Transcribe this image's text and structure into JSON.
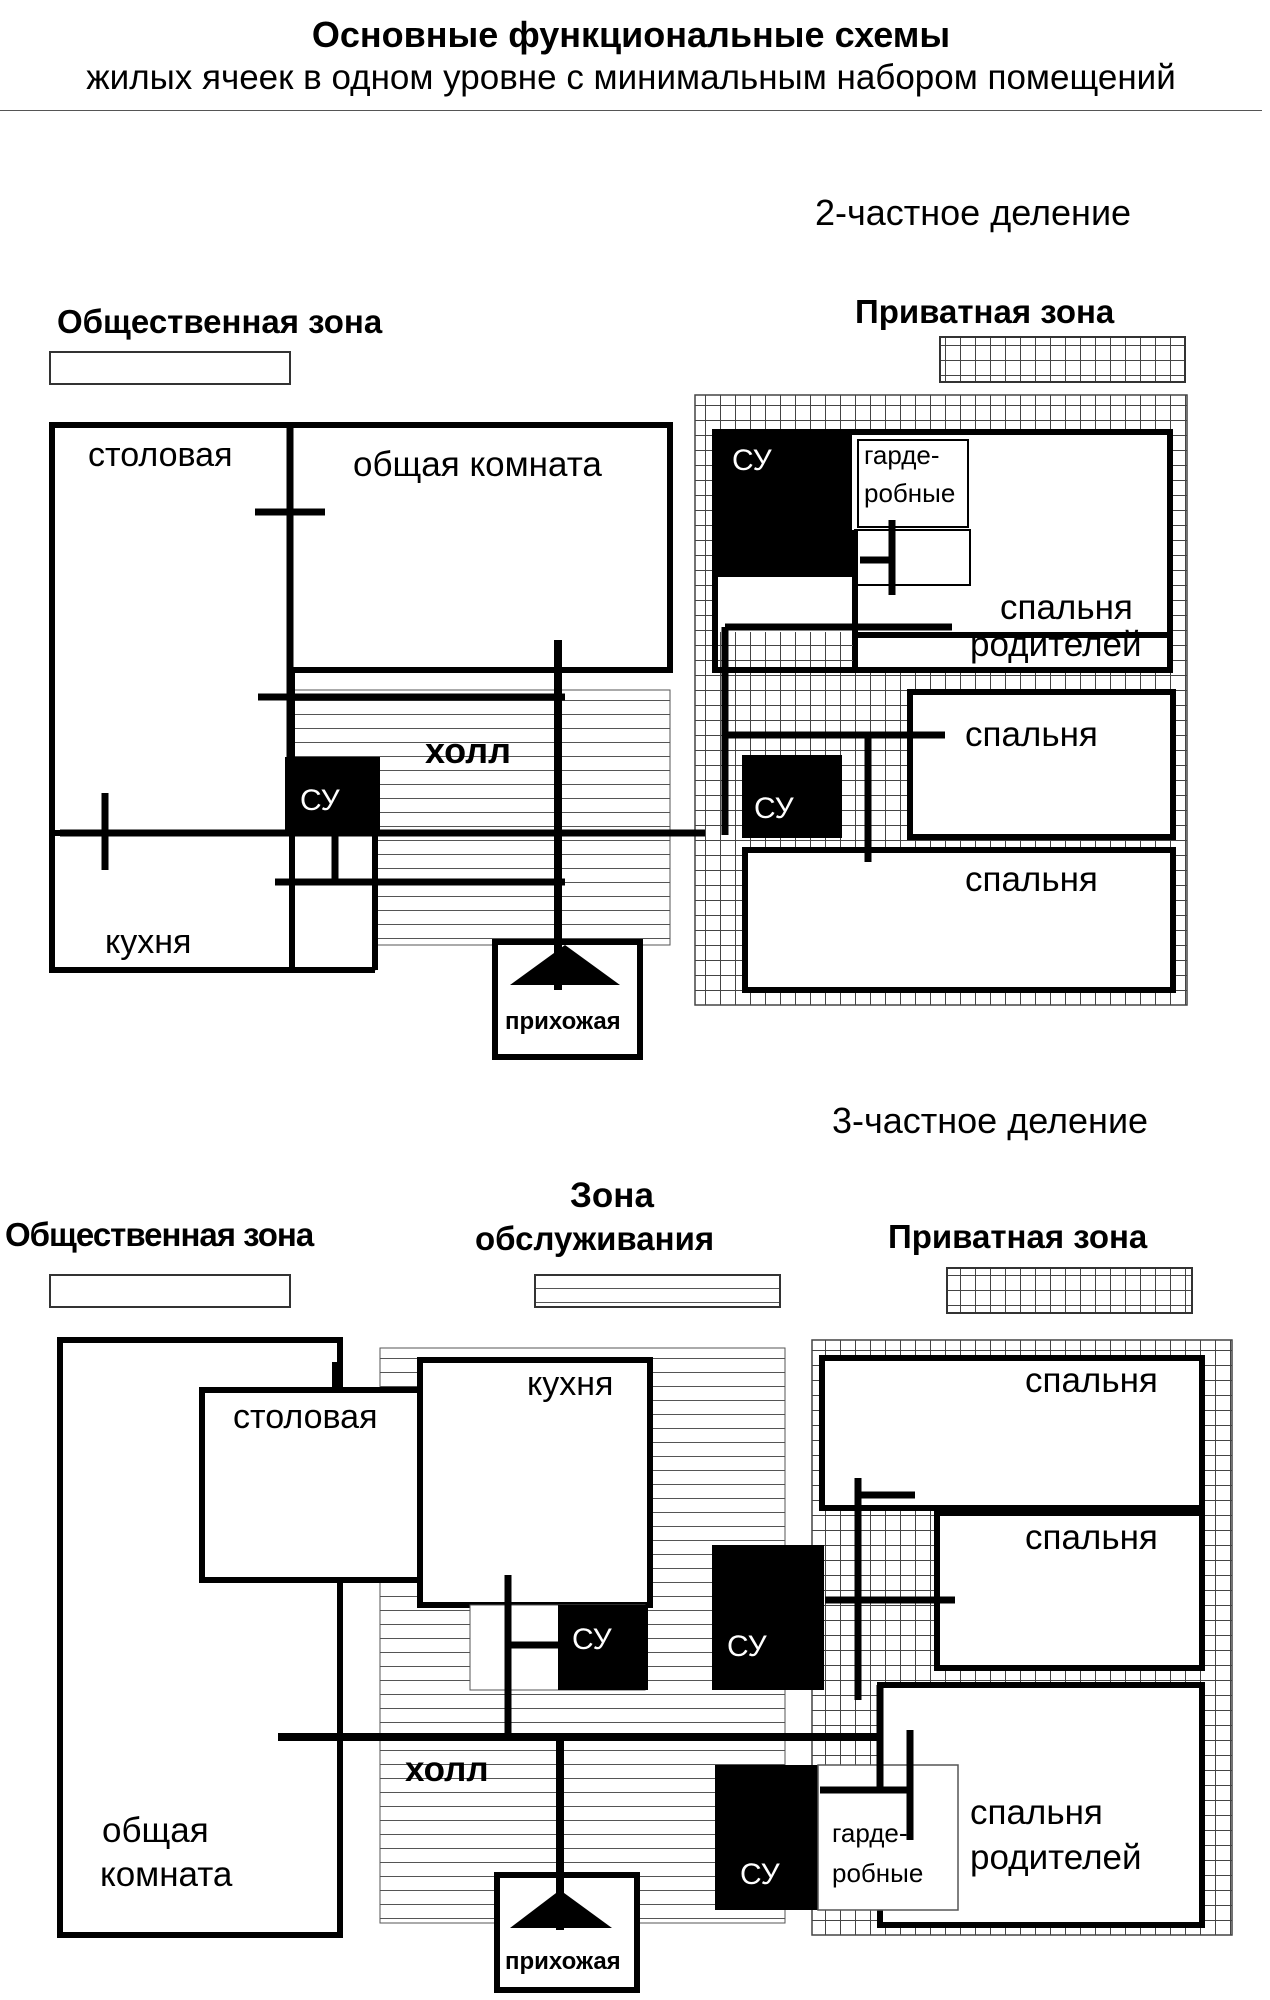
{
  "title": "Основные функциональные схемы",
  "subtitle": "жилых ячеек в одном уровне с минимальным набором помещений",
  "scheme1": {
    "heading": "2-частное деление",
    "zone_public": "Общественная зона",
    "zone_private": "Приватная зона",
    "rooms": {
      "dining": "столовая",
      "living": "общая комната",
      "hall": "холл",
      "bath1": "СУ",
      "kitchen": "кухня",
      "entry": "прихожая",
      "bath2": "СУ",
      "wardrobe_1": "гарде-",
      "wardrobe_2": "робные",
      "parents_1": "спальня",
      "parents_2": "родителей",
      "bath3": "СУ",
      "bedroom1": "спальня",
      "bedroom2": "спальня"
    }
  },
  "scheme2": {
    "heading": "3-частное деление",
    "zone_public": "Общественная зона",
    "zone_service_1": "Зона",
    "zone_service_2": "обслуживания",
    "zone_private": "Приватная зона",
    "rooms": {
      "dining": "столовая",
      "kitchen": "кухня",
      "living_1": "общая",
      "living_2": "комната",
      "hall": "холл",
      "entry": "прихожая",
      "bath1": "СУ",
      "bath2": "СУ",
      "bath3": "СУ",
      "bedroom1": "спальня",
      "bedroom2": "спальня",
      "wardrobe_1": "гарде-",
      "wardrobe_2": "робные",
      "parents_1": "спальня",
      "parents_2": "родителей"
    }
  }
}
